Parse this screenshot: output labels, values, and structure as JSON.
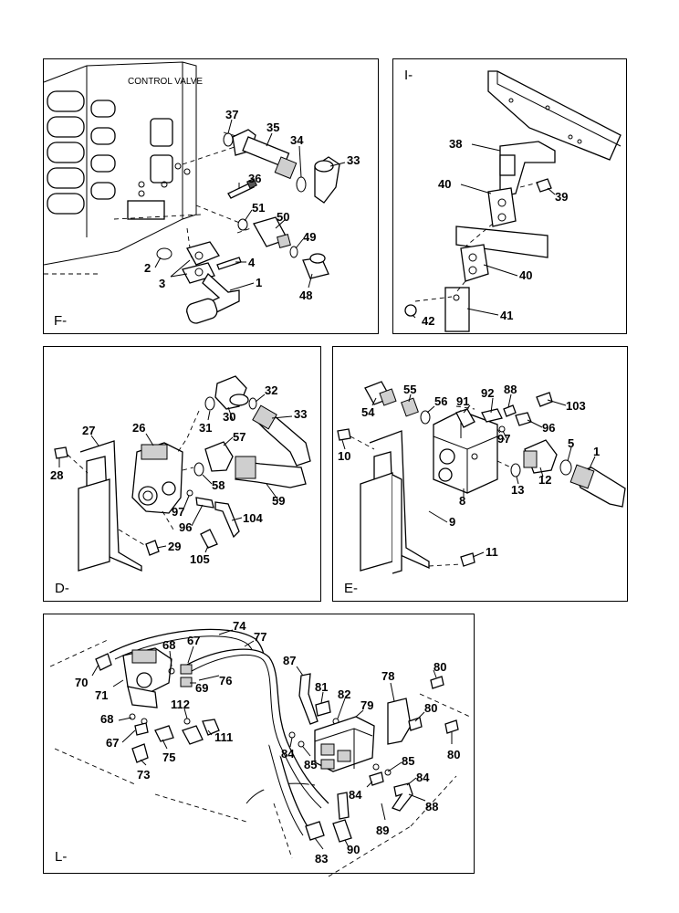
{
  "panels": {
    "F": {
      "letter": "F-",
      "label": "CONTROL VALVE",
      "callouts": [
        "37",
        "35",
        "34",
        "33",
        "36",
        "51",
        "50",
        "49",
        "2",
        "3",
        "4",
        "1",
        "48"
      ]
    },
    "I": {
      "letter": "I-",
      "callouts": [
        "38",
        "40",
        "39",
        "40",
        "42",
        "41"
      ]
    },
    "D": {
      "letter": "D-",
      "callouts": [
        "27",
        "26",
        "30",
        "32",
        "33",
        "28",
        "31",
        "57",
        "58",
        "97",
        "96",
        "104",
        "29",
        "105",
        "59"
      ]
    },
    "E": {
      "letter": "E-",
      "callouts": [
        "54",
        "55",
        "56",
        "91",
        "92",
        "88",
        "103",
        "96",
        "10",
        "97",
        "5",
        "1",
        "12",
        "13",
        "8",
        "9",
        "11"
      ]
    },
    "L": {
      "letter": "L-",
      "callouts": [
        "74",
        "77",
        "68",
        "67",
        "70",
        "71",
        "69",
        "76",
        "87",
        "81",
        "82",
        "78",
        "80",
        "79",
        "80",
        "112",
        "68",
        "67",
        "75",
        "111",
        "73",
        "84",
        "85",
        "80",
        "85",
        "84",
        "84",
        "88",
        "89",
        "83",
        "90"
      ]
    }
  }
}
